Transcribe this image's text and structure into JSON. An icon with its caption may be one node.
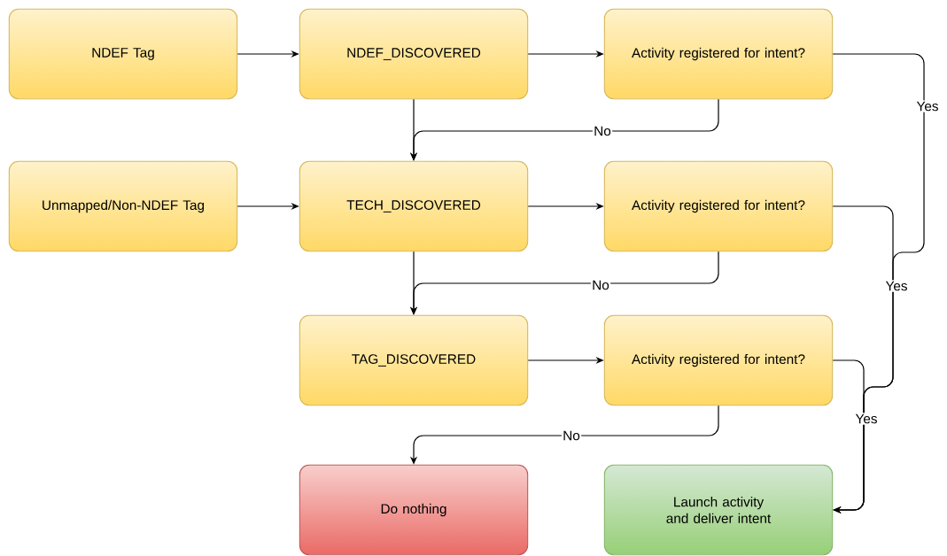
{
  "diagram": {
    "nodes": [
      {
        "text": [
          "NDEF Tag"
        ]
      },
      {
        "text": [
          "NDEF_DISCOVERED"
        ]
      },
      {
        "text": [
          "Activity registered for intent?"
        ]
      },
      {
        "text": [
          "Unmapped/Non-NDEF Tag"
        ]
      },
      {
        "text": [
          "TECH_DISCOVERED"
        ]
      },
      {
        "text": [
          "Activity registered for intent?"
        ]
      },
      {
        "text": [
          "TAG_DISCOVERED"
        ]
      },
      {
        "text": [
          "Activity registered for intent?"
        ]
      },
      {
        "text": [
          "Do nothing"
        ]
      },
      {
        "text": [
          "Launch activity and deliver intent"
        ]
      }
    ],
    "edges": [
      {
        "from": 0,
        "to": 1,
        "arrow": "to"
      },
      {
        "from": 1,
        "to": 2,
        "arrow": "to"
      },
      {
        "from": 2,
        "to": 4,
        "arrow": "to",
        "label": "No"
      },
      {
        "from": 1,
        "to": 4,
        "arrow": "to"
      },
      {
        "from": 3,
        "to": 4,
        "arrow": "to"
      },
      {
        "from": 4,
        "to": 5,
        "arrow": "to"
      },
      {
        "from": 5,
        "to": 6,
        "arrow": "to",
        "label": "No"
      },
      {
        "from": 4,
        "to": 6,
        "arrow": "to"
      },
      {
        "from": 6,
        "to": 7,
        "arrow": "to"
      },
      {
        "from": 7,
        "to": 8,
        "arrow": "to",
        "label": "No"
      },
      {
        "from": 2,
        "to": 9,
        "arrow": "to",
        "label": "Yes"
      },
      {
        "from": 5,
        "to": 9,
        "arrow": "to",
        "label": "Yes"
      },
      {
        "from": 7,
        "to": 9,
        "arrow": "to",
        "label": "Yes"
      }
    ]
  }
}
